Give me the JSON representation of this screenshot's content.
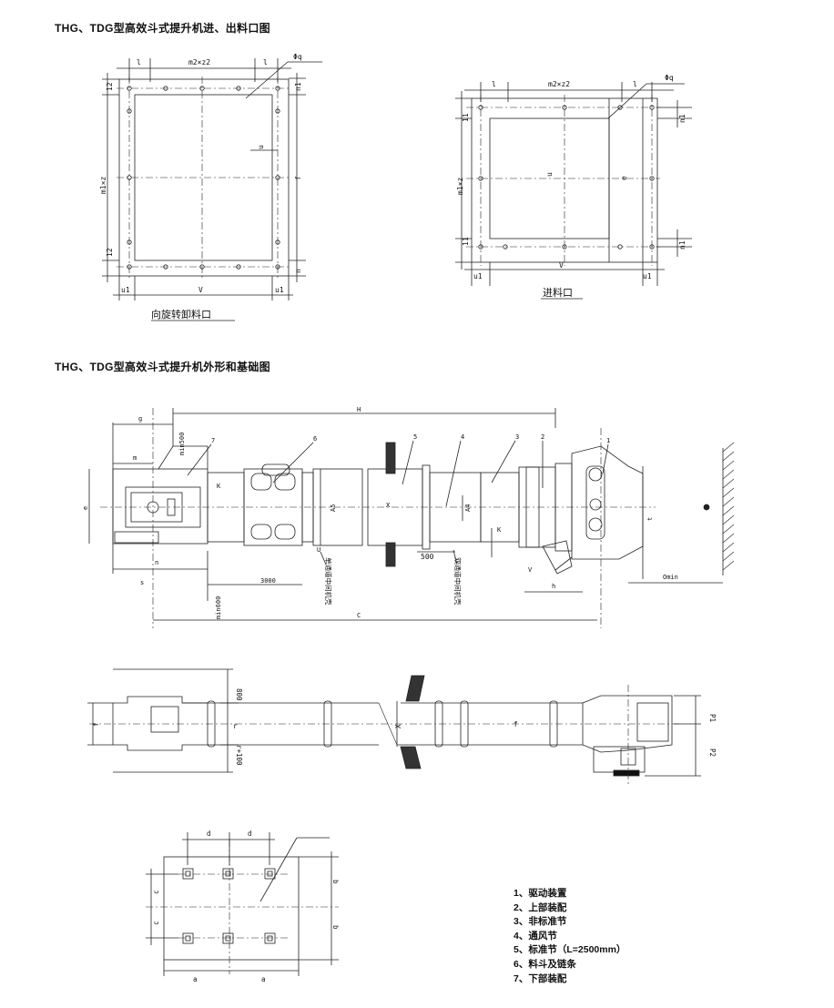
{
  "headings": {
    "ports": "THG、TDG型高效斗式提升机进、出料口图",
    "outline": "THG、TDG型高效斗式提升机外形和基础图"
  },
  "ports": {
    "left_caption": "向旋转卸料口",
    "right_caption": "进料口",
    "labels": {
      "l": "l",
      "m2xz2": "m2×z2",
      "phi_q": "Φq",
      "m1xz": "m1×z",
      "n": "n",
      "n1": "n1",
      "u": "u",
      "u1": "u1",
      "v": "V",
      "dim12": "12",
      "dim11": "11",
      "f": "f",
      "e": "e"
    }
  },
  "elevation": {
    "dims": {
      "H": "H",
      "g": "g",
      "m": "m",
      "e": "e",
      "n": "n",
      "s": "s",
      "min500": "min500",
      "min600": "min600",
      "d3000": "3000",
      "d500": "500",
      "C": "C",
      "K": "K",
      "X": "X",
      "A4": "A4",
      "A5": "A5",
      "U": "U",
      "V": "V",
      "h": "h",
      "t": "t",
      "Omin": "Omin"
    },
    "callouts": [
      "1",
      "2",
      "3",
      "4",
      "5",
      "6",
      "7"
    ],
    "vertical_notes": {
      "single": "单通道中间机壳",
      "double": "双通道中间机壳"
    }
  },
  "plan": {
    "dims": {
      "d800": "800",
      "r100": "r+100",
      "r": "r",
      "f": "f",
      "X": "X",
      "P1": "P1",
      "P2": "P2"
    }
  },
  "foundation": {
    "dims": {
      "d": "d",
      "c": "c",
      "b": "b",
      "a": "a"
    }
  },
  "legend": [
    "1、驱动装置",
    "2、上部装配",
    "3、非标准节",
    "4、通风节",
    "5、标准节（L=2500mm）",
    "6、料斗及链条",
    "7、下部装配"
  ]
}
